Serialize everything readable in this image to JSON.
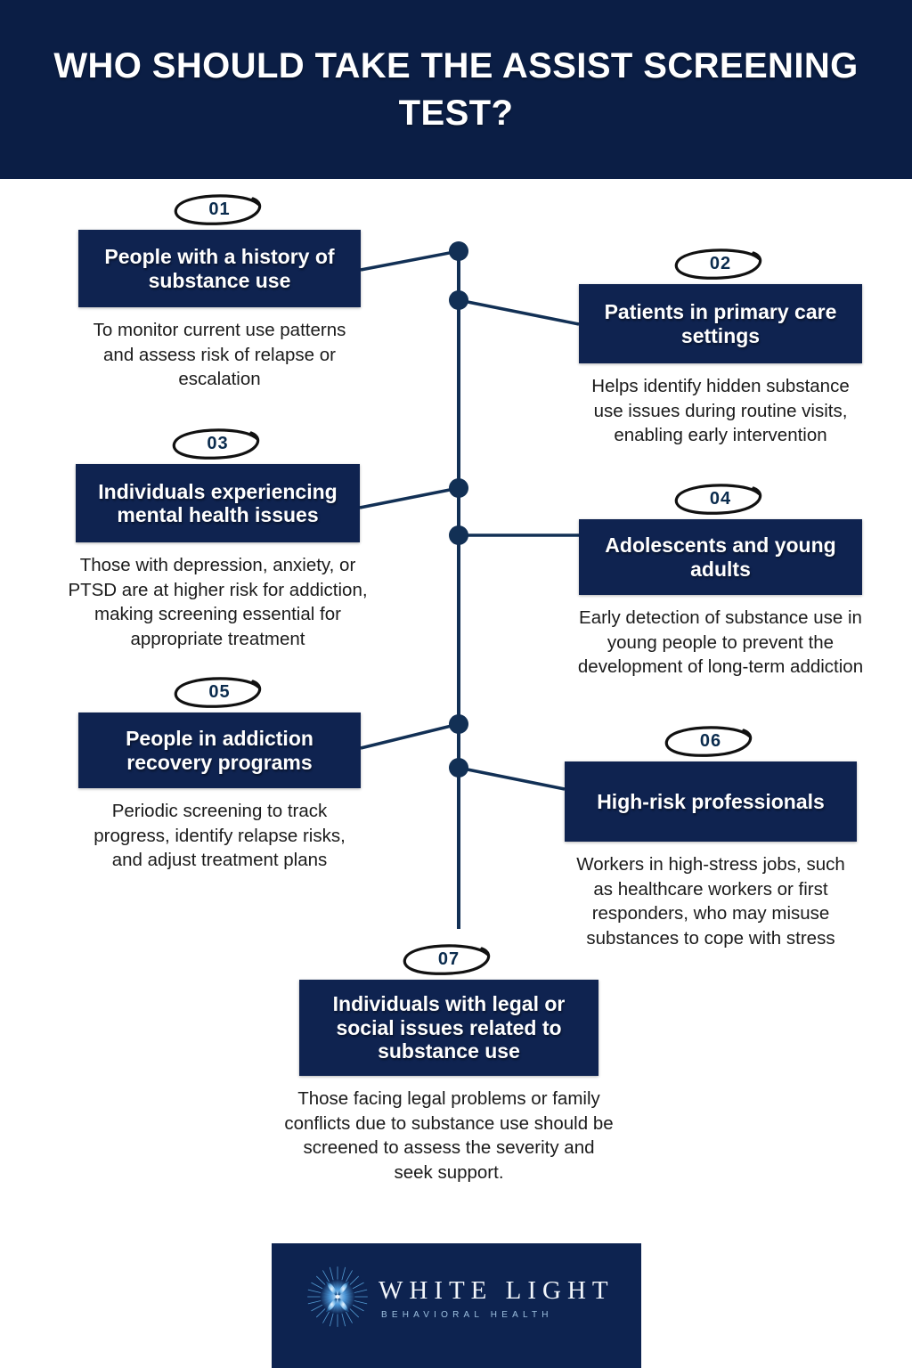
{
  "header": {
    "title": "WHO SHOULD TAKE THE ASSIST SCREENING TEST?"
  },
  "colors": {
    "navy": "#0b1e45",
    "box_navy": "#0f2350",
    "badge_number": "#0b2c4e",
    "body_text": "#1b1b1b",
    "connector": "#123055",
    "page_background": "#ffffff",
    "logo_accent": "#9dc0e0"
  },
  "items": [
    {
      "number": "01",
      "title": "People with a history of substance use",
      "description": "To monitor current use patterns and assess risk of relapse or escalation",
      "side": "left"
    },
    {
      "number": "02",
      "title": "Patients in primary care settings",
      "description": "Helps identify hidden substance use issues during routine visits, enabling early intervention",
      "side": "right"
    },
    {
      "number": "03",
      "title": "Individuals experiencing mental health issues",
      "description": "Those with depression, anxiety, or PTSD are at higher risk for addiction, making screening essential for appropriate treatment",
      "side": "left"
    },
    {
      "number": "04",
      "title": "Adolescents and young adults",
      "description": "Early detection of substance use in young people to prevent the development of long-term addiction",
      "side": "right"
    },
    {
      "number": "05",
      "title": "People in addiction recovery programs",
      "description": "Periodic screening to track progress, identify relapse risks, and adjust treatment plans",
      "side": "left"
    },
    {
      "number": "06",
      "title": "High-risk professionals",
      "description": "Workers in high-stress jobs, such as healthcare workers or first responders, who may misuse substances to cope with stress",
      "side": "right"
    },
    {
      "number": "07",
      "title": "Individuals with legal or social issues related to substance use",
      "description": "Those facing legal problems or family conflicts due to substance use should be screened to assess the severity and seek support.",
      "side": "center"
    }
  ],
  "footer": {
    "logo_name": "WHITE LIGHT",
    "logo_tagline": "BEHAVIORAL HEALTH",
    "logo_icon": "starburst-logo-icon"
  }
}
